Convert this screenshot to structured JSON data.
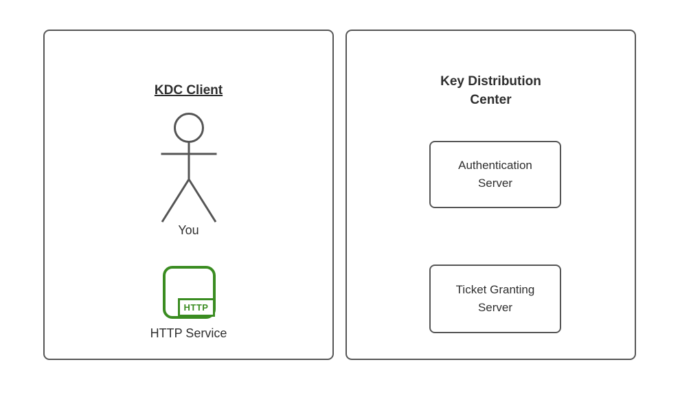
{
  "colors": {
    "border": "#555555",
    "text": "#2e2e2e",
    "green": "#3a8c21",
    "canvas_bg": "#ffffff"
  },
  "panels": {
    "client": {
      "title": "KDC Client",
      "actor_icon": "stick-figure-icon",
      "actor_label": "You",
      "service_icon": "http-service-icon",
      "service_badge": "HTTP",
      "service_label": "HTTP Service"
    },
    "kdc": {
      "title": "Key Distribution Center",
      "nodes": [
        {
          "label": "Authentication Server"
        },
        {
          "label": "Ticket Granting Server"
        }
      ]
    }
  }
}
